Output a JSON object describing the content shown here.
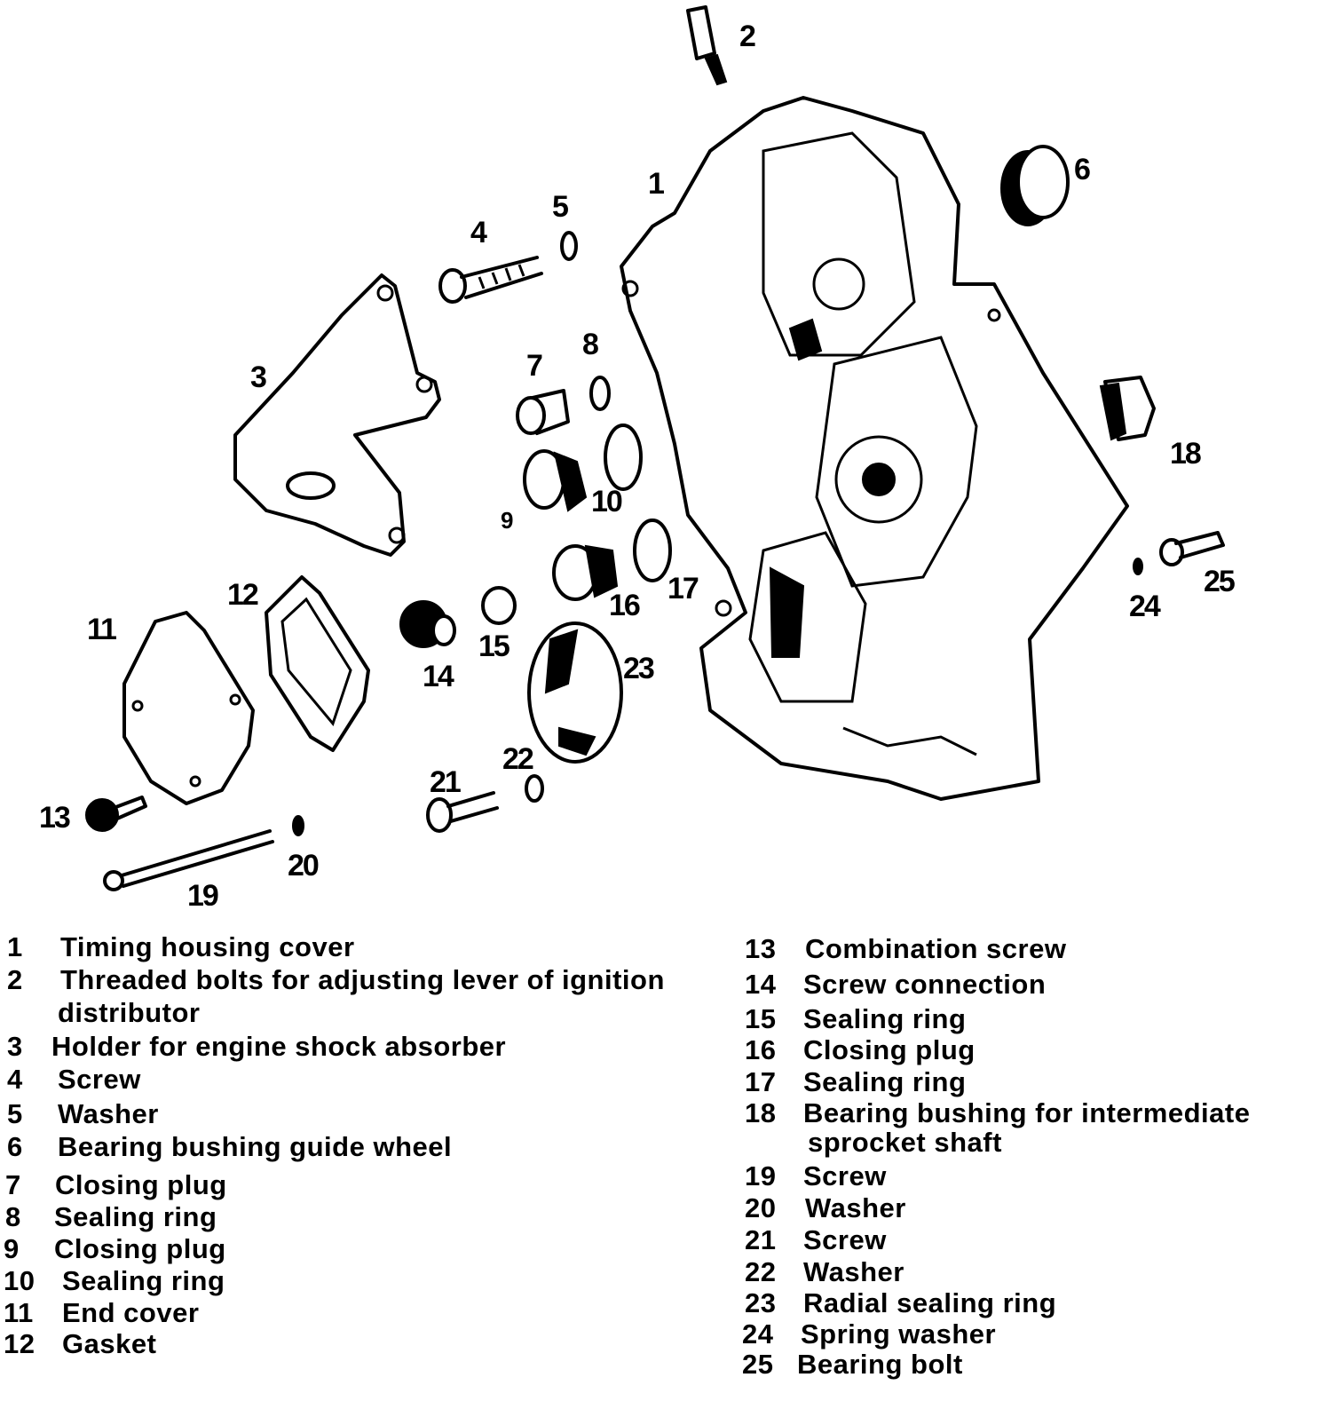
{
  "legend": {
    "items": [
      {
        "num": "1",
        "label": "Timing housing cover"
      },
      {
        "num": "2",
        "label": "Threaded bolts for  adjusting lever of ignition",
        "label_cont": "distributor"
      },
      {
        "num": "3",
        "label": "Holder for engine shock  absorber"
      },
      {
        "num": "4",
        "label": "Screw"
      },
      {
        "num": "5",
        "label": "Washer"
      },
      {
        "num": "6",
        "label": "Bearing bushing guide wheel"
      },
      {
        "num": "7",
        "label": "Closing plug"
      },
      {
        "num": "8",
        "label": "Sealing ring"
      },
      {
        "num": "9",
        "label": "Closing plug"
      },
      {
        "num": "10",
        "label": "Sealing ring"
      },
      {
        "num": "11",
        "label": "End cover"
      },
      {
        "num": "12",
        "label": "Gasket"
      },
      {
        "num": "13",
        "label": "Combination screw"
      },
      {
        "num": "14",
        "label": "Screw connection"
      },
      {
        "num": "15",
        "label": "Sealing ring"
      },
      {
        "num": "16",
        "label": "Closing plug"
      },
      {
        "num": "17",
        "label": "Sealing ring"
      },
      {
        "num": "18",
        "label": "Bearing bushing for  intermediate",
        "label_cont": "sprocket shaft"
      },
      {
        "num": "19",
        "label": "Screw"
      },
      {
        "num": "20",
        "label": "Washer"
      },
      {
        "num": "21",
        "label": "Screw"
      },
      {
        "num": "22",
        "label": "Washer"
      },
      {
        "num": "23",
        "label": "Radial sealing ring"
      },
      {
        "num": "24",
        "label": "Spring washer"
      },
      {
        "num": "25",
        "label": "Bearing bolt"
      }
    ]
  },
  "callouts": [
    "1",
    "2",
    "3",
    "4",
    "5",
    "6",
    "7",
    "8",
    "9",
    "10",
    "11",
    "12",
    "13",
    "14",
    "15",
    "16",
    "17",
    "18",
    "19",
    "20",
    "21",
    "22",
    "23",
    "24",
    "25"
  ]
}
